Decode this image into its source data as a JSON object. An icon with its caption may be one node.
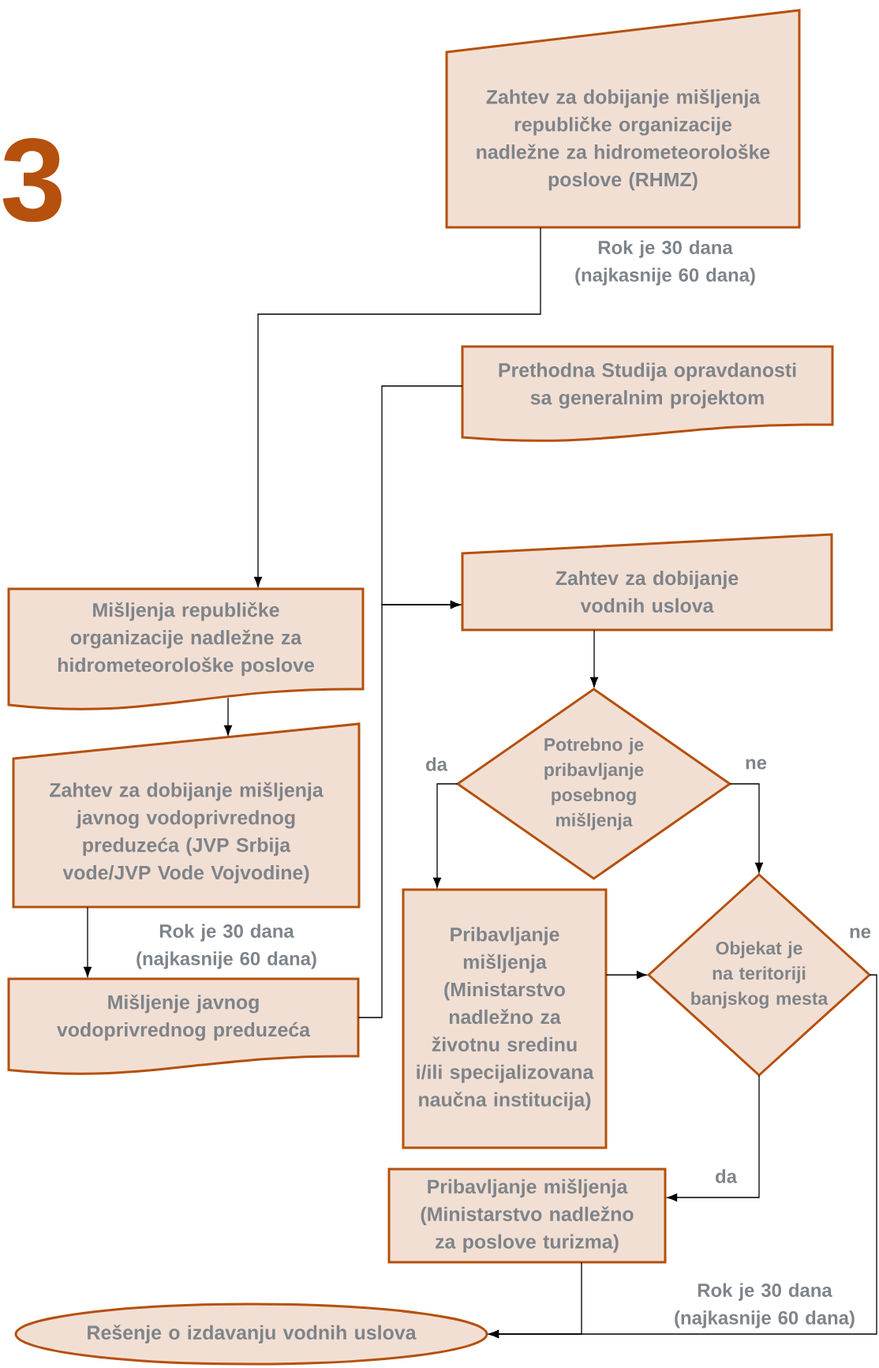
{
  "diagram": {
    "nodes": [
      {
        "text": [
          "Zahtev za dobijanje mišljenja republičke organizacije nadležne za hidrometeorološke poslove (RHMZ)"
        ]
      },
      {
        "text": [
          "Prethodna Studija opravdanosti sa generalnim projektom"
        ]
      },
      {
        "text": [
          "Mišljenja republičke organizacije nadležne za hidrometeorološke poslove"
        ]
      },
      {
        "text": [
          "Zahtev za dobijanje mišljenja javnog vodoprivrednog preduzeća (JVP Srbija vode/JVP Vode Vojvodine)"
        ]
      },
      {
        "text": [
          "Mišljenje javnog vodoprivrednog preduzeća"
        ]
      },
      {
        "text": [
          "Zahtev za dobijanje vodnih uslova"
        ]
      },
      {
        "text": [
          "Potrebno je pribavljanje posebnog mišljenja"
        ]
      },
      {
        "text": [
          "Pribavljanje mišljenja (Ministarstvo nadležno za životnu sredinu i/ili specijalizovana naučna institucija)"
        ]
      },
      {
        "text": [
          "Objekat je na teritoriji banjskog mesta"
        ]
      },
      {
        "text": [
          "Pribavljanje mišljenja (Ministarstvo nadležno za poslove turizma)"
        ]
      },
      {
        "text": [
          "Rešenje o izdavanju vodnih uslova"
        ]
      }
    ],
    "edges": [
      {
        "from": 0,
        "to": 2,
        "arrow": "to",
        "label": "Rok je 30 dana (najkasnije 60 dana)"
      },
      {
        "from": 2,
        "to": 3,
        "arrow": "to"
      },
      {
        "from": 3,
        "to": 4,
        "arrow": "to",
        "label": "Rok je 30 dana (najkasnije 60 dana)"
      },
      {
        "from": 1,
        "to": 5,
        "arrow": "to"
      },
      {
        "from": 4,
        "to": 5,
        "arrow": "to"
      },
      {
        "from": 5,
        "to": 6,
        "arrow": "to"
      },
      {
        "from": 6,
        "to": 7,
        "arrow": "to",
        "label": "da"
      },
      {
        "from": 6,
        "to": 8,
        "arrow": "to",
        "label": "ne"
      },
      {
        "from": 7,
        "to": 8,
        "arrow": "to"
      },
      {
        "from": 8,
        "to": 9,
        "arrow": "to",
        "label": "da"
      },
      {
        "from": 8,
        "to": 10,
        "arrow": "to",
        "label": "ne"
      },
      {
        "from": 9,
        "to": 10,
        "arrow": "to"
      }
    ],
    "labels": [
      "3",
      "Rok je 30 dana (najkasnije 60 dana)"
    ]
  }
}
